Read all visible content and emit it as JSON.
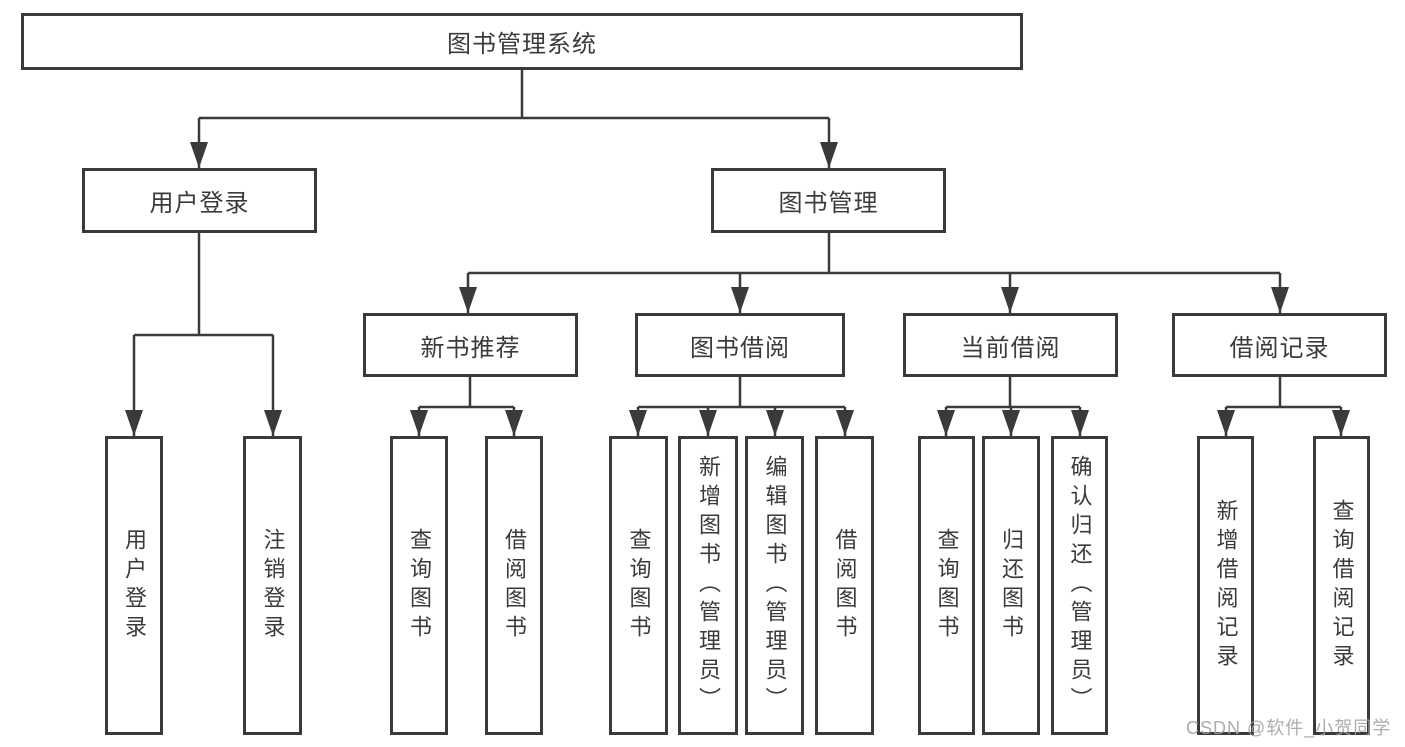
{
  "diagram": {
    "title": "图书管理系统",
    "root": {
      "label": "图书管理系统"
    },
    "branches": [
      {
        "label": "用户登录",
        "children": [
          "用户登录",
          "注销登录"
        ]
      },
      {
        "label": "图书管理",
        "groups": [
          {
            "label": "新书推荐",
            "children": [
              "查询图书",
              "借阅图书"
            ]
          },
          {
            "label": "图书借阅",
            "children": [
              "查询图书",
              "新增图书（管理员）",
              "编辑图书（管理员）",
              "借阅图书"
            ]
          },
          {
            "label": "当前借阅",
            "children": [
              "查询图书",
              "归还图书",
              "确认归还（管理员）"
            ]
          },
          {
            "label": "借阅记录",
            "children": [
              "新增借阅记录",
              "查询借阅记录"
            ]
          }
        ]
      }
    ],
    "line_color": "#3a3a3a",
    "background_color": "#ffffff"
  },
  "watermark": "CSDN @软件_小贺同学"
}
